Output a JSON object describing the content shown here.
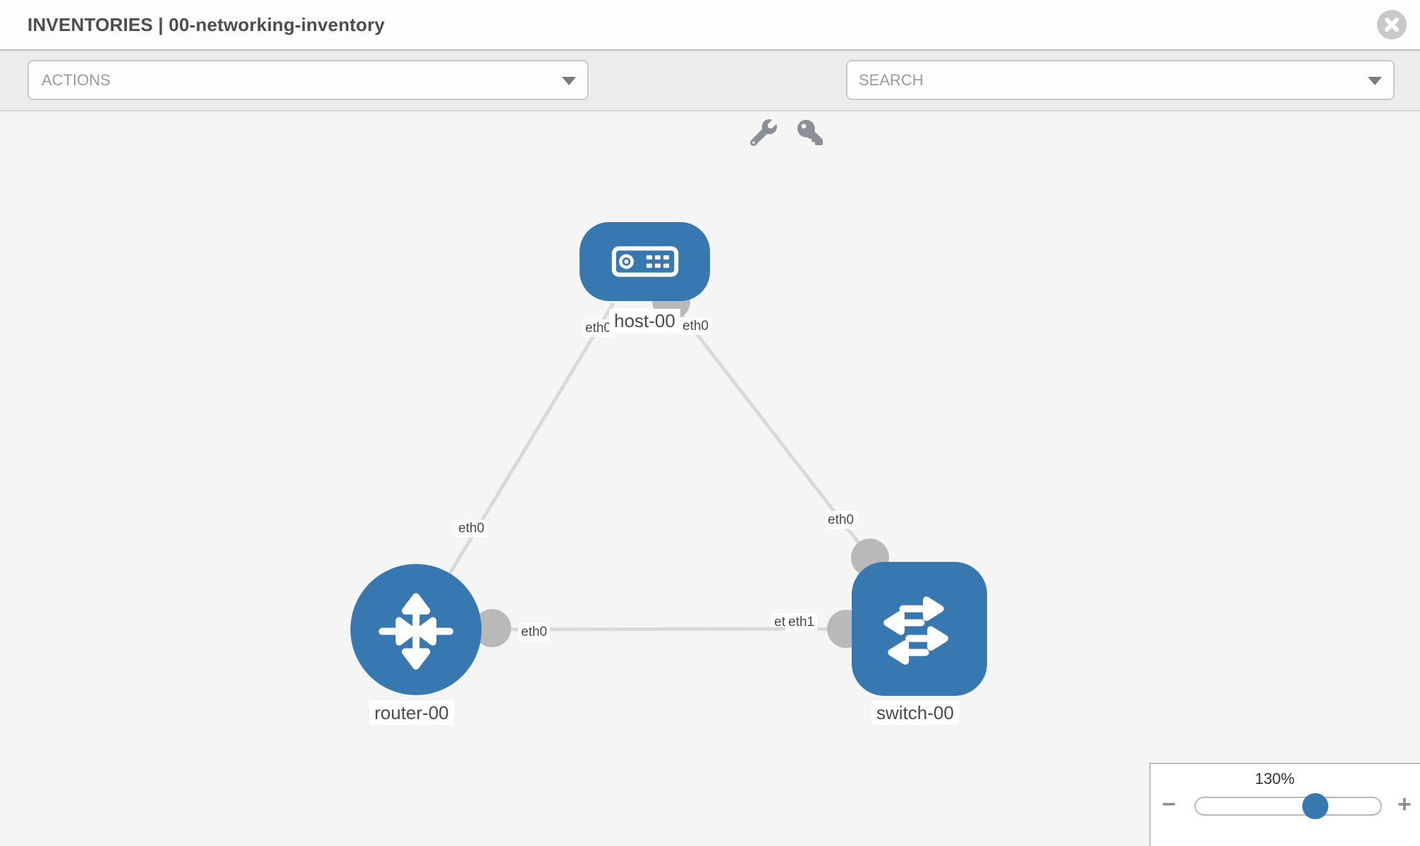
{
  "header": {
    "title": "INVENTORIES | 00-networking-inventory"
  },
  "toolbar": {
    "actions_label": "ACTIONS",
    "search_placeholder": "SEARCH",
    "icons": [
      "wrench-icon",
      "key-icon"
    ]
  },
  "topology": {
    "nodes": [
      {
        "id": "host-00",
        "type": "host",
        "label": "host-00"
      },
      {
        "id": "router-00",
        "type": "router",
        "label": "router-00"
      },
      {
        "id": "switch-00",
        "type": "switch",
        "label": "switch-00"
      }
    ],
    "links": [
      {
        "from": "router-00",
        "from_interface": "eth0",
        "to": "host-00",
        "to_interface": "eth0"
      },
      {
        "from": "host-00",
        "from_interface": "eth0",
        "to": "switch-00",
        "to_interface": "eth0"
      },
      {
        "from": "router-00",
        "from_interface": "eth0",
        "to": "switch-00",
        "to_interface": "eth1"
      }
    ],
    "interface_labels": [
      {
        "text": "eth0"
      },
      {
        "text": "eth0"
      },
      {
        "text": "eth0"
      },
      {
        "text": "eth0"
      },
      {
        "text": "eth0"
      },
      {
        "text": "eth0"
      },
      {
        "text": "eth1"
      }
    ]
  },
  "zoom_control": {
    "level": "130%",
    "percent": 130,
    "minus": "−",
    "plus": "+"
  },
  "colors": {
    "node_blue": "#3878b1",
    "link_gray": "#d9d9d9",
    "connector_gray": "#b9b9b9",
    "toolbar_bg": "#ececec",
    "canvas_bg": "#f5f5f5"
  }
}
